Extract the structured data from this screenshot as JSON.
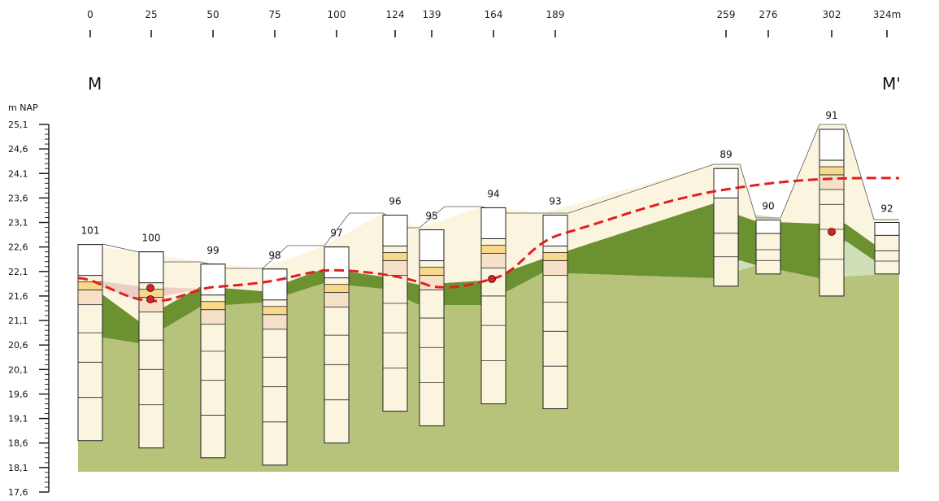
{
  "section": {
    "start_label": "M",
    "end_label": "M'",
    "y_unit": "m NAP",
    "y_ticks": [
      "25,1",
      "24,6",
      "24,1",
      "23,6",
      "23,1",
      "22,6",
      "22,1",
      "21,6",
      "21,1",
      "20,6",
      "20,1",
      "19,6",
      "19,1",
      "18,6",
      "18,1",
      "17,6"
    ],
    "ylim": [
      17.6,
      25.1
    ],
    "distance_labels": [
      "0",
      "25",
      "50",
      "75",
      "100",
      "124",
      "139",
      "164",
      "189",
      "259",
      "276",
      "302",
      "324m"
    ],
    "distance_values": [
      0,
      25,
      50,
      75,
      100,
      124,
      139,
      164,
      189,
      259,
      276,
      302,
      324
    ]
  },
  "boreholes": [
    {
      "id": "101",
      "distance": 0,
      "top": 22.65,
      "bottom": 18.65
    },
    {
      "id": "100",
      "distance": 25,
      "top": 22.5,
      "bottom": 18.5
    },
    {
      "id": "99",
      "distance": 50,
      "top": 22.25,
      "bottom": 18.3
    },
    {
      "id": "98",
      "distance": 75,
      "top": 22.15,
      "bottom": 18.15
    },
    {
      "id": "97",
      "distance": 100,
      "top": 22.6,
      "bottom": 18.6
    },
    {
      "id": "96",
      "distance": 124,
      "top": 23.25,
      "bottom": 19.25
    },
    {
      "id": "95",
      "distance": 139,
      "top": 22.95,
      "bottom": 18.95
    },
    {
      "id": "94",
      "distance": 164,
      "top": 23.4,
      "bottom": 19.4
    },
    {
      "id": "93",
      "distance": 189,
      "top": 23.25,
      "bottom": 19.3
    },
    {
      "id": "89",
      "distance": 259,
      "top": 24.2,
      "bottom": 21.8
    },
    {
      "id": "90",
      "distance": 276,
      "top": 23.15,
      "bottom": 22.05
    },
    {
      "id": "91",
      "distance": 302,
      "top": 25.0,
      "bottom": 21.6
    },
    {
      "id": "92",
      "distance": 324,
      "top": 23.1,
      "bottom": 22.05
    }
  ],
  "colors": {
    "subsoil_green": "#b7c27a",
    "dark_green": "#6b9130",
    "light_green": "#cfe0b8",
    "cream": "#fbf5e0",
    "pink": "#e8c2bc",
    "dashed_line": "#e02020",
    "orange_layer": "#f8d98c",
    "peach_layer": "#f7e0c8",
    "grey_layer": "#8c8c8c"
  }
}
